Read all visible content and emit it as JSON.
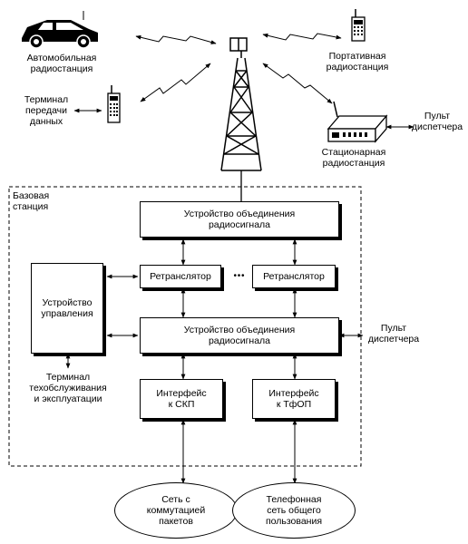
{
  "labels": {
    "car": [
      "Автомобильная",
      "радиостанция"
    ],
    "portable": [
      "Портативная",
      "радиостанция"
    ],
    "terminal": [
      "Терминал",
      "передачи",
      "данных"
    ],
    "stationary": [
      "Стационарная",
      "радиостанция"
    ],
    "dispatcher_top": [
      "Пульт",
      "диспетчера"
    ],
    "base_station": [
      "Базовая",
      "станция"
    ],
    "dispatcher_mid": [
      "Пульт",
      "диспетчера"
    ],
    "maintenance_terminal": [
      "Терминал",
      "техобслуживания",
      "и эксплуатации"
    ],
    "dots": "• • •"
  },
  "boxes": {
    "combiner_top": [
      "Устройство объединения",
      "радиосигнала"
    ],
    "repeater_1": [
      "Ретранслятор"
    ],
    "repeater_2": [
      "Ретранслятор"
    ],
    "control_unit": [
      "Устройство",
      "управления"
    ],
    "combiner_bottom": [
      "Устройство объединения",
      "радиосигнала"
    ],
    "interface_packet": [
      "Интерфейс",
      "к СКП"
    ],
    "interface_pstn": [
      "Интерфейс",
      "к ТфОП"
    ]
  },
  "networks": {
    "packet_network": [
      "Сеть с",
      "коммутацией",
      "пакетов"
    ],
    "pstn": [
      "Телефонная",
      "сеть общего",
      "пользования"
    ]
  }
}
